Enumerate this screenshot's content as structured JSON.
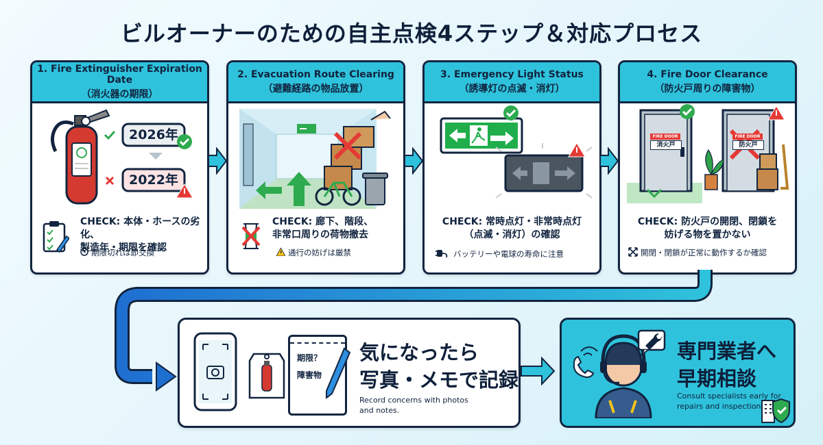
{
  "title": "ビルオーナーのための自主点検4ステップ＆対応プロセス",
  "steps": [
    {
      "en": "1. Fire Extinguisher Expiration Date",
      "jp": "（消火器の期限）",
      "ok_year": "2026年",
      "ng_year": "2022年",
      "check_lines": [
        "CHECK: 本体・ホースの劣化、",
        "製造年・期限を確認"
      ],
      "note": "期限切れは即交換"
    },
    {
      "en": "2. Evacuation Route Clearing",
      "jp": "（避難経路の物品放置）",
      "check_lines": [
        "CHECK: 廊下、階段、",
        "非常口周りの荷物撤去"
      ],
      "note": "通行の妨げは厳禁"
    },
    {
      "en": "3. Emergency Light Status",
      "jp": "（誘導灯の点滅・消灯）",
      "check_lines": [
        "CHECK: 常時点灯・非常時点灯",
        "（点滅・消灯）の確認"
      ],
      "note": "バッテリーや電球の寿命に注意"
    },
    {
      "en": "4. Fire Door Clearance",
      "jp": "（防火戸周りの障害物）",
      "door_sign_a": "FIRE DOOR",
      "door_text_a": "消火戸",
      "door_sign_b": "FIRE DOOR",
      "door_text_b": "防火戸",
      "check_lines": [
        "CHECK: 防火戸の開閉、閉鎖を",
        "妨げる物を置かない"
      ],
      "note": "開閉・閉鎖が正常に動作するか確認"
    }
  ],
  "record": {
    "memo_lines": [
      "期限？",
      "障害物"
    ],
    "title_lines": [
      "気になったら",
      "写真・メモで記録"
    ],
    "sub_lines": [
      "Record concerns with photos",
      "and notes."
    ]
  },
  "consult": {
    "title_lines": [
      "専門業者へ",
      "早期相談"
    ],
    "sub_lines": [
      "Consult specialists early for",
      "repairs and inspections."
    ]
  },
  "colors": {
    "accent": "#2fc2dc",
    "dark": "#12243f",
    "ok": "#2eaa4f",
    "ng": "#e53935",
    "arrow": "#2f8fe0"
  },
  "icons": [
    "fire-extinguisher-icon",
    "check-icon",
    "cross-icon",
    "warning-icon",
    "clipboard-icon",
    "clock-icon",
    "exit-sign-icon",
    "hourglass-icon",
    "plug-icon",
    "expand-icon",
    "phone-camera-icon",
    "tag-icon",
    "notepad-icon",
    "operator-icon",
    "wrench-icon",
    "phone-icon",
    "building-shield-icon"
  ]
}
